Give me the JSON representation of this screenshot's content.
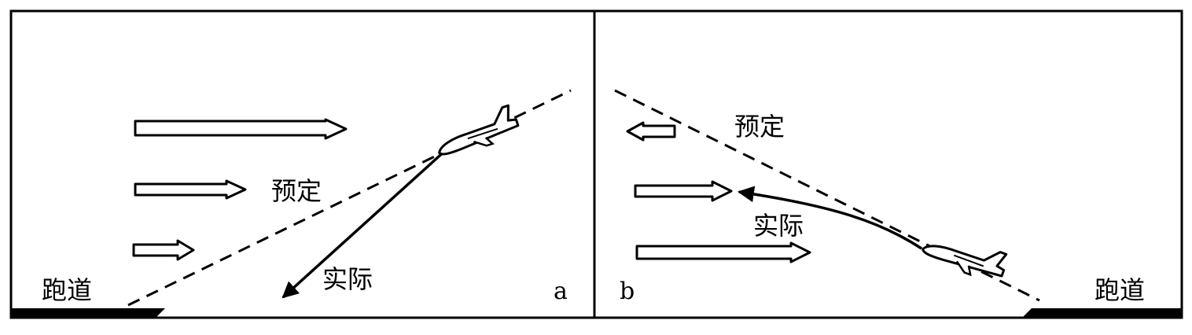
{
  "panel_a": {
    "tag": "a",
    "runway_label": "跑道",
    "planned_label": "预定",
    "actual_label": "实际"
  },
  "panel_b": {
    "tag": "b",
    "runway_label": "跑道",
    "planned_label": "预定",
    "actual_label": "实际"
  },
  "colors": {
    "ink": "#000000",
    "background": "#ffffff"
  },
  "icons": {
    "wind_arrow": "hollow-arrow-icon",
    "aircraft": "airplane-icon"
  }
}
